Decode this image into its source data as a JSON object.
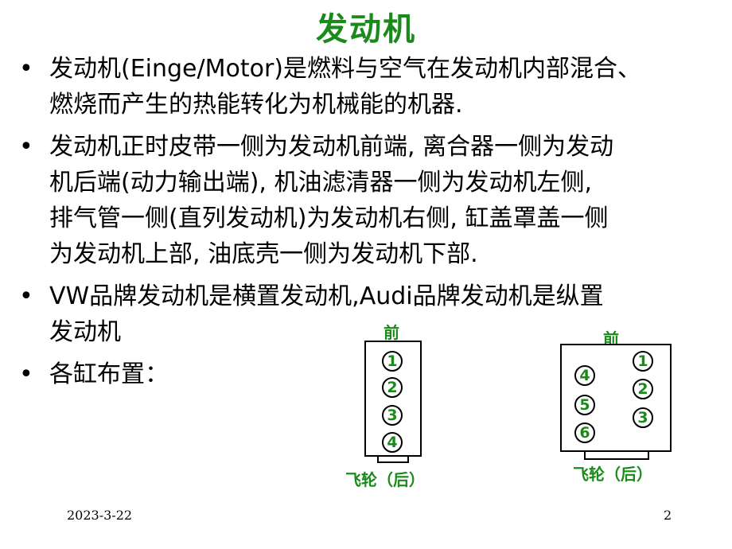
{
  "slide": {
    "title": "发动机",
    "bullets": [
      {
        "lines": [
          "发动机(Einge/Motor)是燃料与空气在发动机内部混合、",
          "燃烧而产生的热能转化为机械能的机器."
        ]
      },
      {
        "lines": [
          "发动机正时皮带一侧为发动机前端, 离合器一侧为发动",
          "机后端(动力输出端), 机油滤清器一侧为发动机左侧,",
          "排气管一侧(直列发动机)为发动机右侧, 缸盖罩盖一侧",
          "为发动机上部, 油底壳一侧为发动机下部."
        ]
      },
      {
        "lines": [
          "VW品牌发动机是横置发动机,Audi品牌发动机是纵置",
          "发动机"
        ]
      },
      {
        "lines": [
          "各缸布置："
        ]
      }
    ],
    "bullet_symbol": "•"
  },
  "diagram_inline": {
    "front_label": "前",
    "rear_label": "飞轮（后）",
    "cylinders": [
      "1",
      "2",
      "3",
      "4"
    ]
  },
  "diagram_v6": {
    "front_label": "前",
    "rear_label": "飞轮（后）",
    "left_bank": [
      "4",
      "5",
      "6"
    ],
    "right_bank": [
      "1",
      "2",
      "3"
    ]
  },
  "footer": {
    "date": "2023-3-22",
    "page": "2"
  },
  "colors": {
    "title_green": "#1a8a1a",
    "label_green": "#1a8a1a"
  }
}
